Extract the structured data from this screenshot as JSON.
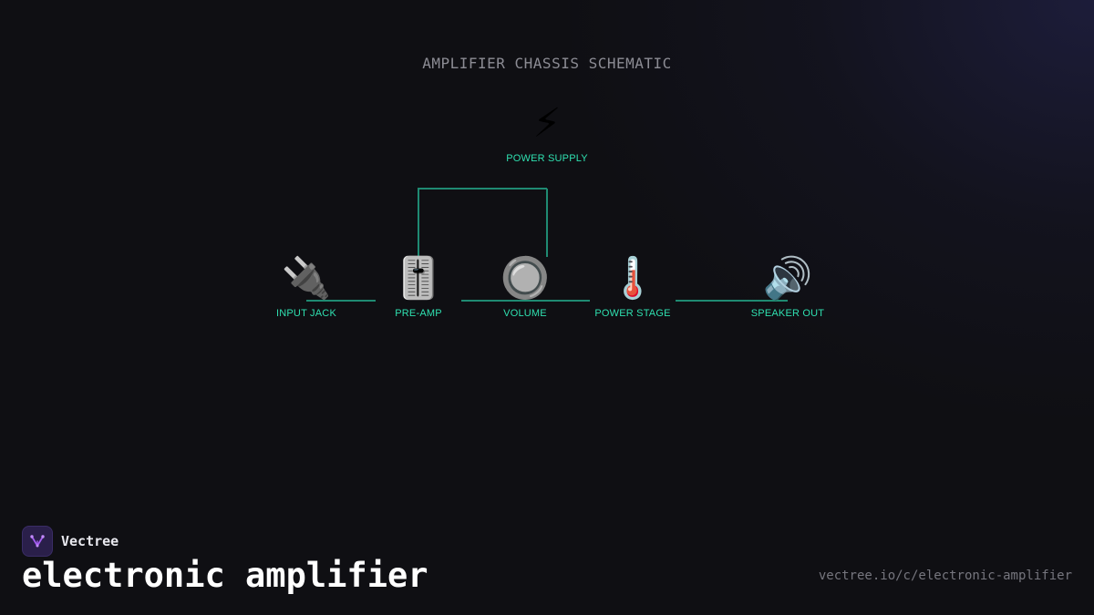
{
  "diagram": {
    "title": "AMPLIFIER CHASSIS SCHEMATIC",
    "wire_color": "#1f8a72",
    "label_color": "#2fe0b0",
    "nodes": [
      {
        "id": "power-supply",
        "label": "POWER SUPPLY",
        "icon": "lightning-icon",
        "glyph": "⚡"
      },
      {
        "id": "input-jack",
        "label": "INPUT JACK",
        "icon": "plug-icon",
        "glyph": "🔌"
      },
      {
        "id": "pre-amp",
        "label": "PRE-AMP",
        "icon": "level-slider-icon",
        "glyph": "🎚️"
      },
      {
        "id": "volume",
        "label": "VOLUME",
        "icon": "knob-icon",
        "glyph": "🔘"
      },
      {
        "id": "power-stage",
        "label": "POWER STAGE",
        "icon": "thermometer-icon",
        "glyph": "🌡️"
      },
      {
        "id": "speaker-out",
        "label": "SPEAKER OUT",
        "icon": "speaker-icon",
        "glyph": "🔊"
      }
    ],
    "connections": [
      [
        "input-jack",
        "pre-amp"
      ],
      [
        "pre-amp",
        "volume"
      ],
      [
        "volume",
        "power-stage"
      ],
      [
        "power-stage",
        "speaker-out"
      ],
      [
        "power-supply",
        "pre-amp"
      ],
      [
        "power-supply",
        "volume"
      ]
    ]
  },
  "brand": {
    "name": "Vectree",
    "logo_icon": "vectree-logo-icon",
    "accent": "#a35cf0"
  },
  "page": {
    "title": "electronic amplifier",
    "url": "vectree.io/c/electronic-amplifier"
  }
}
